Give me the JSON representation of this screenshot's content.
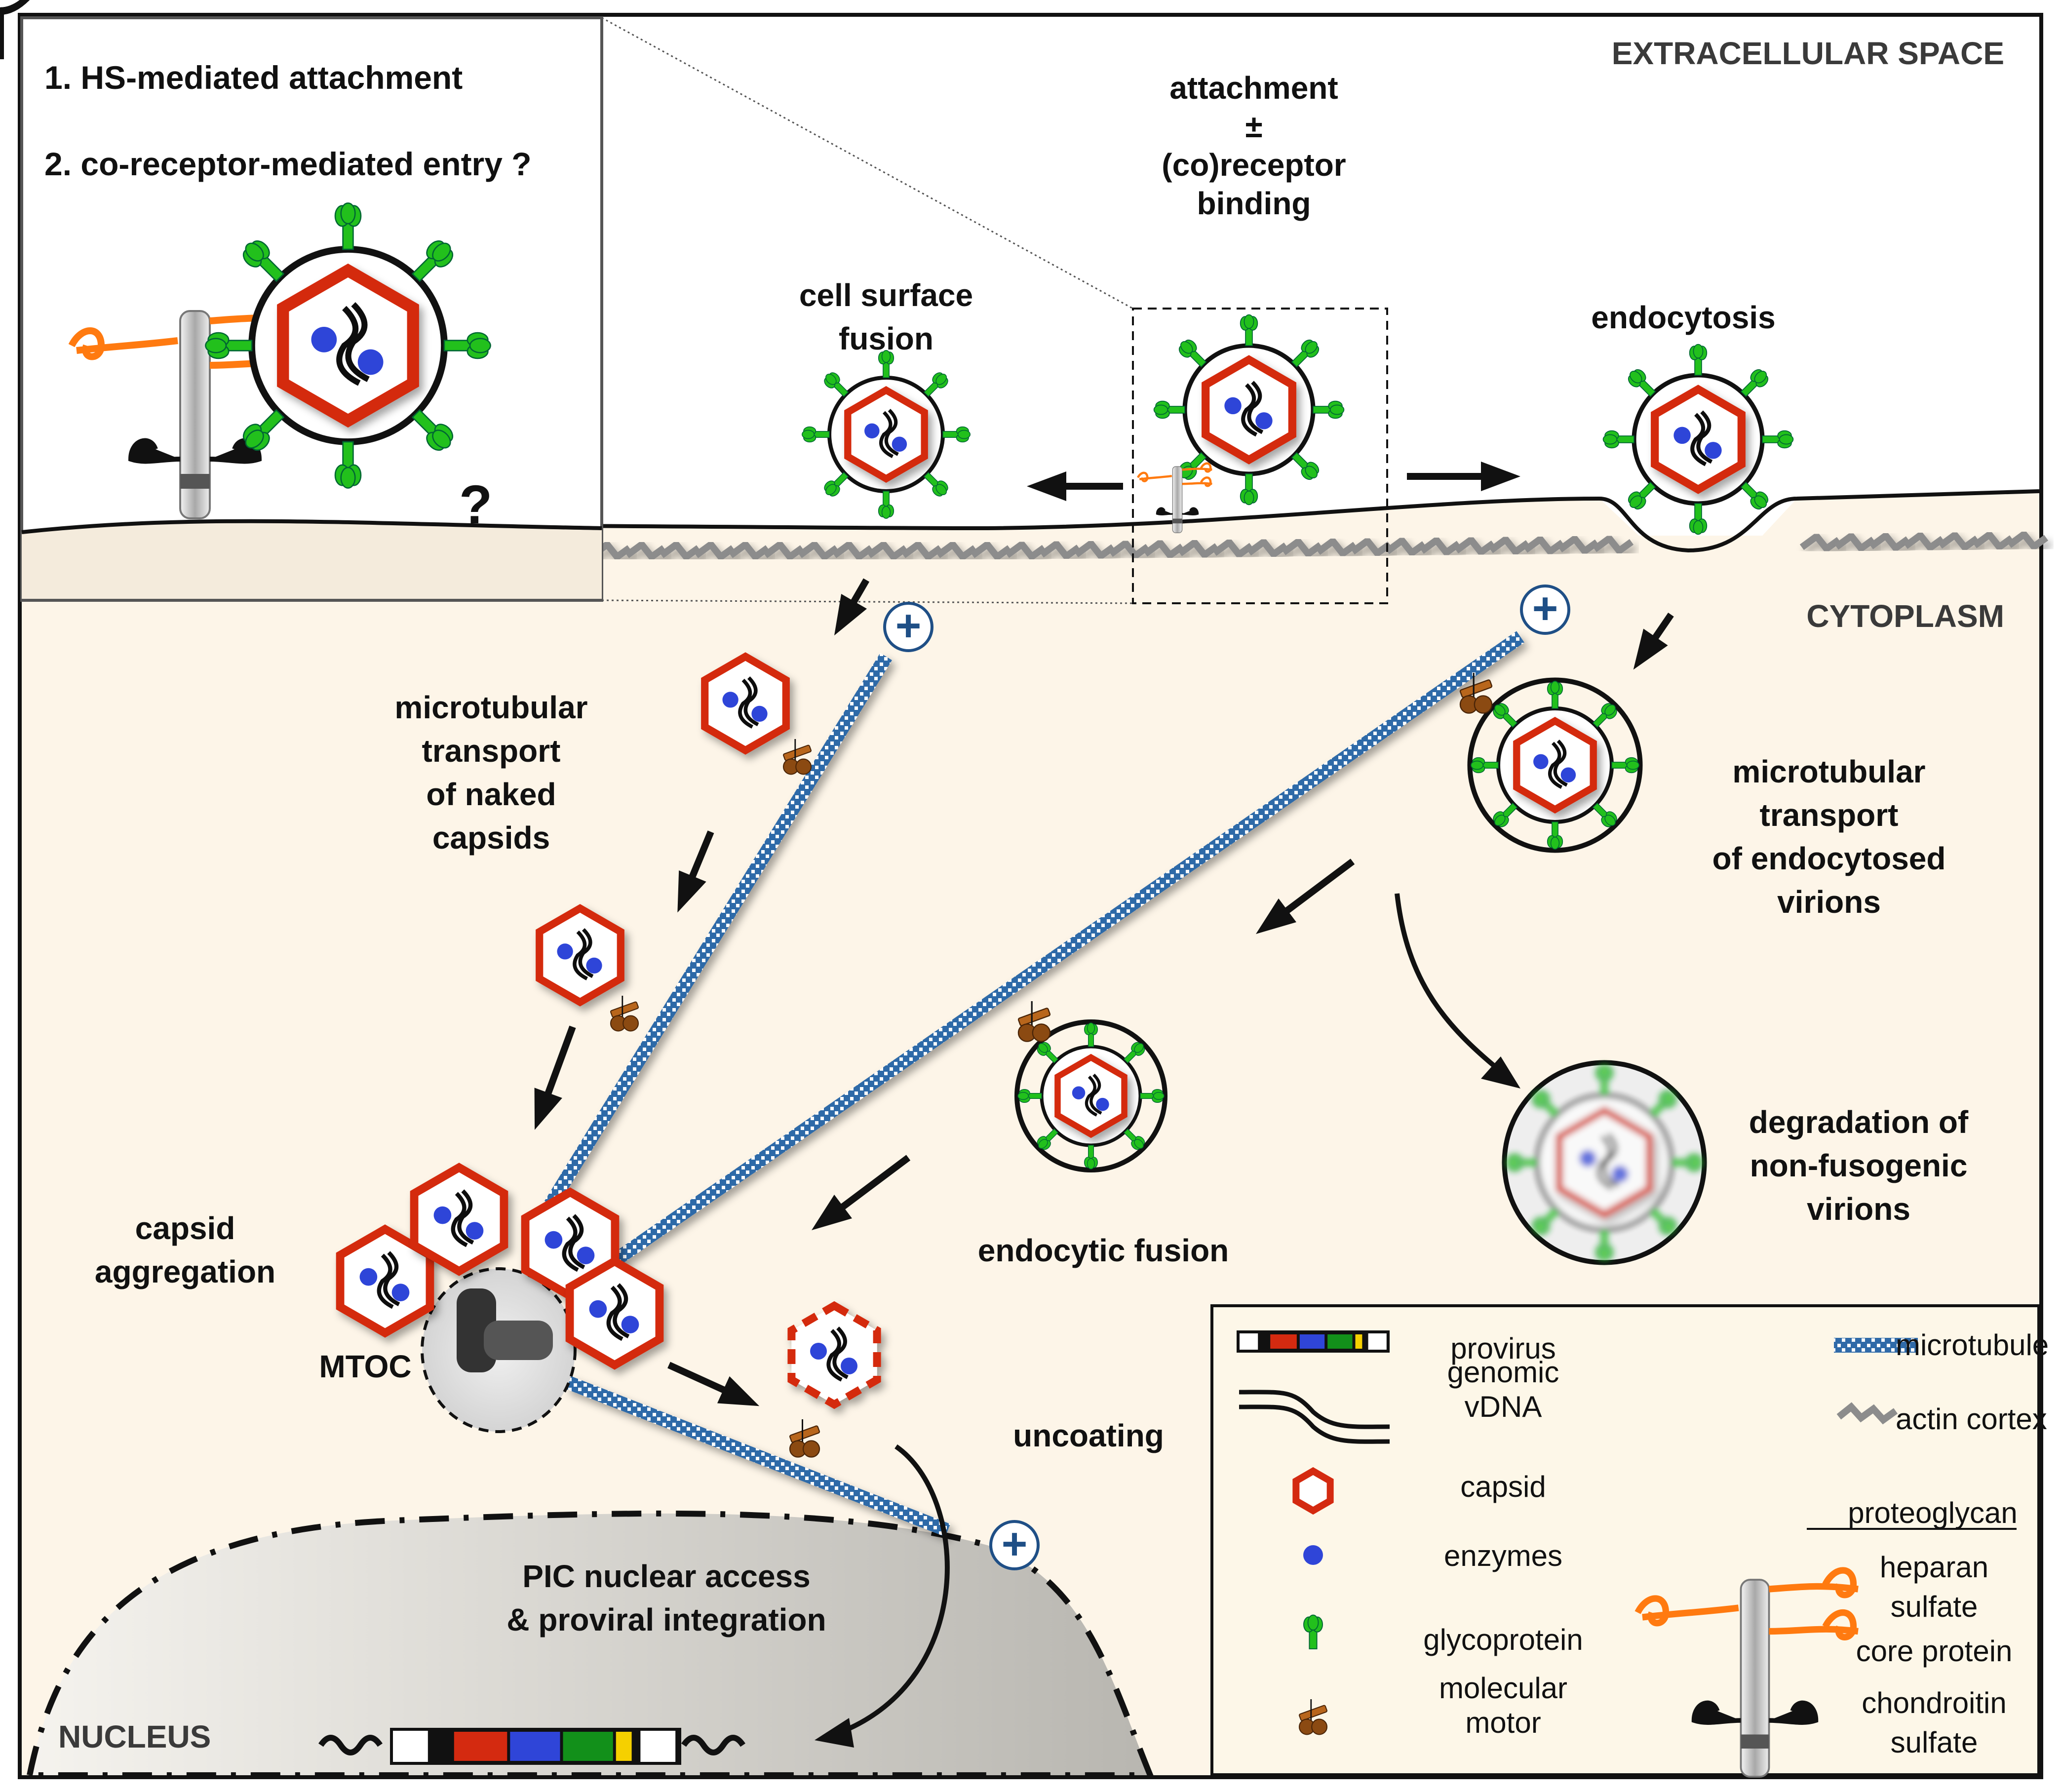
{
  "regions": {
    "extracellular": "EXTRACELLULAR SPACE",
    "cytoplasm": "CYTOPLASM",
    "nucleus": "NUCLEUS"
  },
  "inset": {
    "line1": "1. HS-mediated attachment",
    "line2": "2. co-receptor-mediated entry ?",
    "question_mark": "?"
  },
  "steps": {
    "attachment": [
      "attachment",
      "±",
      "(co)receptor",
      "binding"
    ],
    "cell_surface_fusion": [
      "cell surface",
      "fusion"
    ],
    "endocytosis": "endocytosis",
    "naked_transport": [
      "microtubular",
      "transport",
      "of naked",
      "capsids"
    ],
    "endocytosed_transport": [
      "microtubular",
      "transport",
      "of endocytosed",
      "virions"
    ],
    "degradation": [
      "degradation of",
      "non-fusogenic",
      "virions"
    ],
    "endocytic_fusion": "endocytic fusion",
    "capsid_aggregation": [
      "capsid",
      "aggregation"
    ],
    "mtoc": "MTOC",
    "uncoating": "uncoating",
    "pic": [
      "PIC nuclear access",
      "& proviral integration"
    ]
  },
  "polarity": {
    "plus": "+",
    "minus": "−"
  },
  "legend": {
    "left": [
      {
        "icon": "provirus-icon",
        "label": [
          "provirus"
        ]
      },
      {
        "icon": "genomic-vdna-icon",
        "label": [
          "genomic",
          "vDNA"
        ]
      },
      {
        "icon": "capsid-icon",
        "label": [
          "capsid"
        ]
      },
      {
        "icon": "enzyme-icon",
        "label": [
          "enzymes"
        ]
      },
      {
        "icon": "glycoprotein-icon",
        "label": [
          "glycoprotein"
        ]
      },
      {
        "icon": "molecular-motor-icon",
        "label": [
          "molecular",
          "motor"
        ]
      }
    ],
    "right": {
      "microtubule": "microtubule",
      "actin": "actin cortex",
      "proteoglycan_title": "proteoglycan",
      "heparan": [
        "heparan",
        "sulfate"
      ],
      "core": "core protein",
      "chondroitin": [
        "chondroitin",
        "sulfate"
      ]
    }
  },
  "colors": {
    "capsid": "#d42a10",
    "enzyme": "#2f45d8",
    "glycoprotein": "#22c01c",
    "motor": "#8b4a12",
    "microtubule": "#2f6aa8",
    "heparan": "#ff7a10",
    "core_text": "#8a8a8a",
    "cytoplasm": "#fdf5e8",
    "nucleus": "#c8c6c0",
    "provirus": [
      "#d42a10",
      "#2f45d8",
      "#12901a",
      "#f5d000"
    ]
  }
}
